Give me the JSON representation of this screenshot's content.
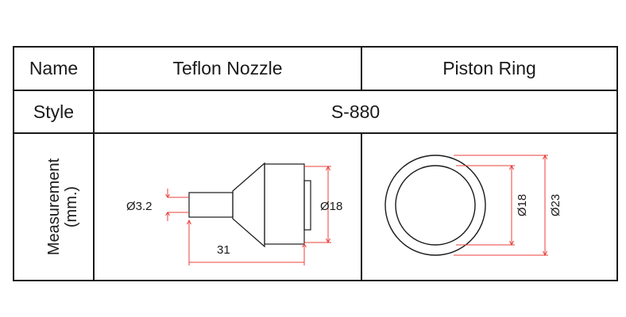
{
  "table": {
    "name_label": "Name",
    "product_1": "Teflon Nozzle",
    "product_2": "Piston Ring",
    "style_label": "Style",
    "style_value": "S-880",
    "measurement_label_line1": "Measurement",
    "measurement_label_line2": "(mm.)"
  },
  "nozzle": {
    "tip_diameter": "Ø3.2",
    "body_diameter": "Ø18",
    "length": "31"
  },
  "ring": {
    "inner_diameter": "Ø18",
    "outer_diameter": "Ø23"
  },
  "colors": {
    "line": "#1a1a1a",
    "dimension": "#e8413c"
  }
}
